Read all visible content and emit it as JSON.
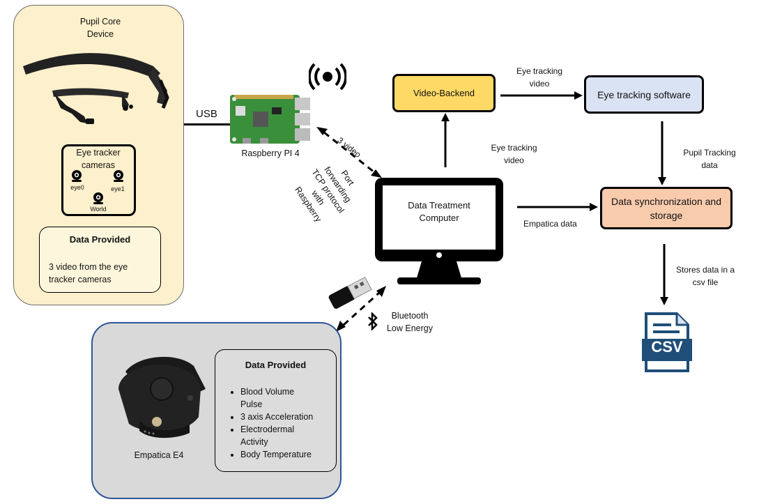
{
  "pupil_core": {
    "title": "Pupil Core\nDevice",
    "cameras_title": "Eye tracker\ncameras",
    "cameras": [
      "eye0",
      "eye1",
      "World"
    ],
    "data_provided_title": "Data Provided",
    "data_provided_text": "3 video from the eye\ntracker cameras"
  },
  "usb_label": "USB",
  "raspberry_label": "Raspberry PI 4",
  "three_video_label": "3 video",
  "port_forwarding_label": "Port\nforwarding\nTCP protocol\nwith\nRaspberry",
  "computer_label": "Data Treatment\nComputer",
  "video_backend": "Video-Backend",
  "eye_tracking_video_top": "Eye tracking\nvideo",
  "eye_tracking_video_mid": "Eye tracking\nvideo",
  "eye_tracking_software": "Eye tracking software",
  "pupil_tracking_data": "Pupil Tracking\ndata",
  "data_sync": "Data synchronization and\nstorage",
  "empatica_data_label": "Empatica data",
  "stores_data_label": "Stores data in a\ncsv file",
  "csv_label": "CSV",
  "bluetooth_label": "Bluetooth\nLow Energy",
  "empatica": {
    "device_label": "Empatica E4",
    "data_provided_title": "Data Provided",
    "items": [
      "Blood Volume\nPulse",
      "3 axis Acceleration",
      "Electrodermal\nActivity",
      "Body Temperature"
    ]
  },
  "colors": {
    "pupil_panel_bg": "#fdf0cc",
    "empatica_panel_bg": "#d9d9d9",
    "empatica_border": "#2f5597",
    "video_backend_bg": "#ffd966",
    "eye_software_bg": "#dae3f3",
    "data_sync_bg": "#f8cbad",
    "csv_blue": "#1f4e79"
  }
}
